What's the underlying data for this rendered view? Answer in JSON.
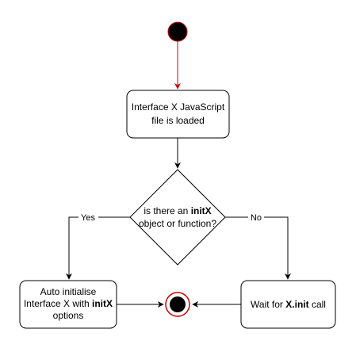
{
  "diagram": {
    "nodes": {
      "load_box": {
        "line1": "Interface X JavaScript",
        "line2": "file is loaded"
      },
      "decision": {
        "line1_prefix": "is there an ",
        "line1_bold": "initX",
        "line2": "object or function?"
      },
      "auto_box": {
        "line1": "Auto initialise",
        "line2_prefix": "Interface X with ",
        "line2_bold": "initX",
        "line3": "options"
      },
      "wait_box": {
        "prefix": "Wait for ",
        "bold": "X.init",
        "suffix": " call"
      }
    },
    "edges": {
      "yes_label": "Yes",
      "no_label": "No"
    }
  },
  "colors": {
    "start_arrow": "#cc0000",
    "end_ring": "#cc0000",
    "stroke": "#000000"
  }
}
